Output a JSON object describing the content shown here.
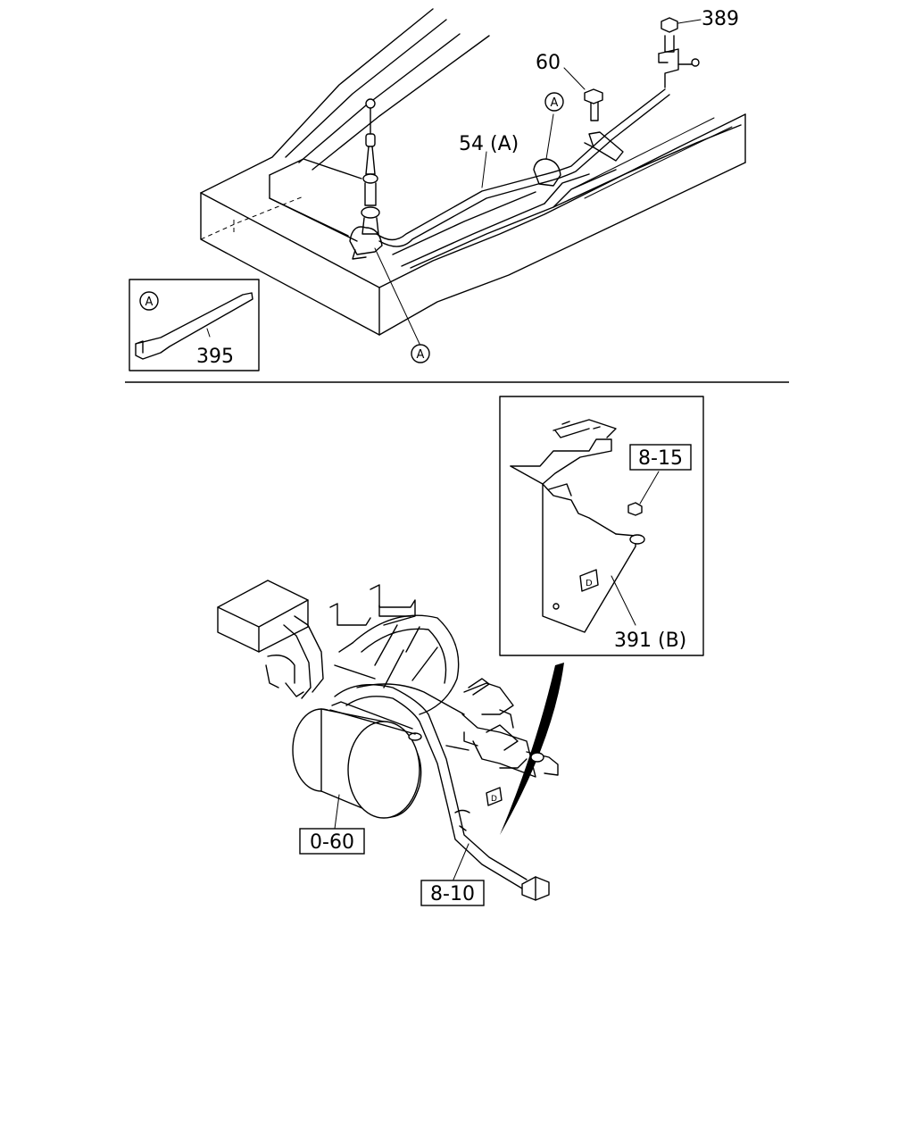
{
  "callouts": {
    "part_389": "389",
    "part_60": "60",
    "part_54": "54 (A)",
    "part_395": "395",
    "part_391": "391 (B)",
    "ref_8_15": "8-15",
    "ref_0_60": "0-60",
    "ref_8_10": "8-10",
    "marker_a": "A",
    "marker_b": "D"
  }
}
